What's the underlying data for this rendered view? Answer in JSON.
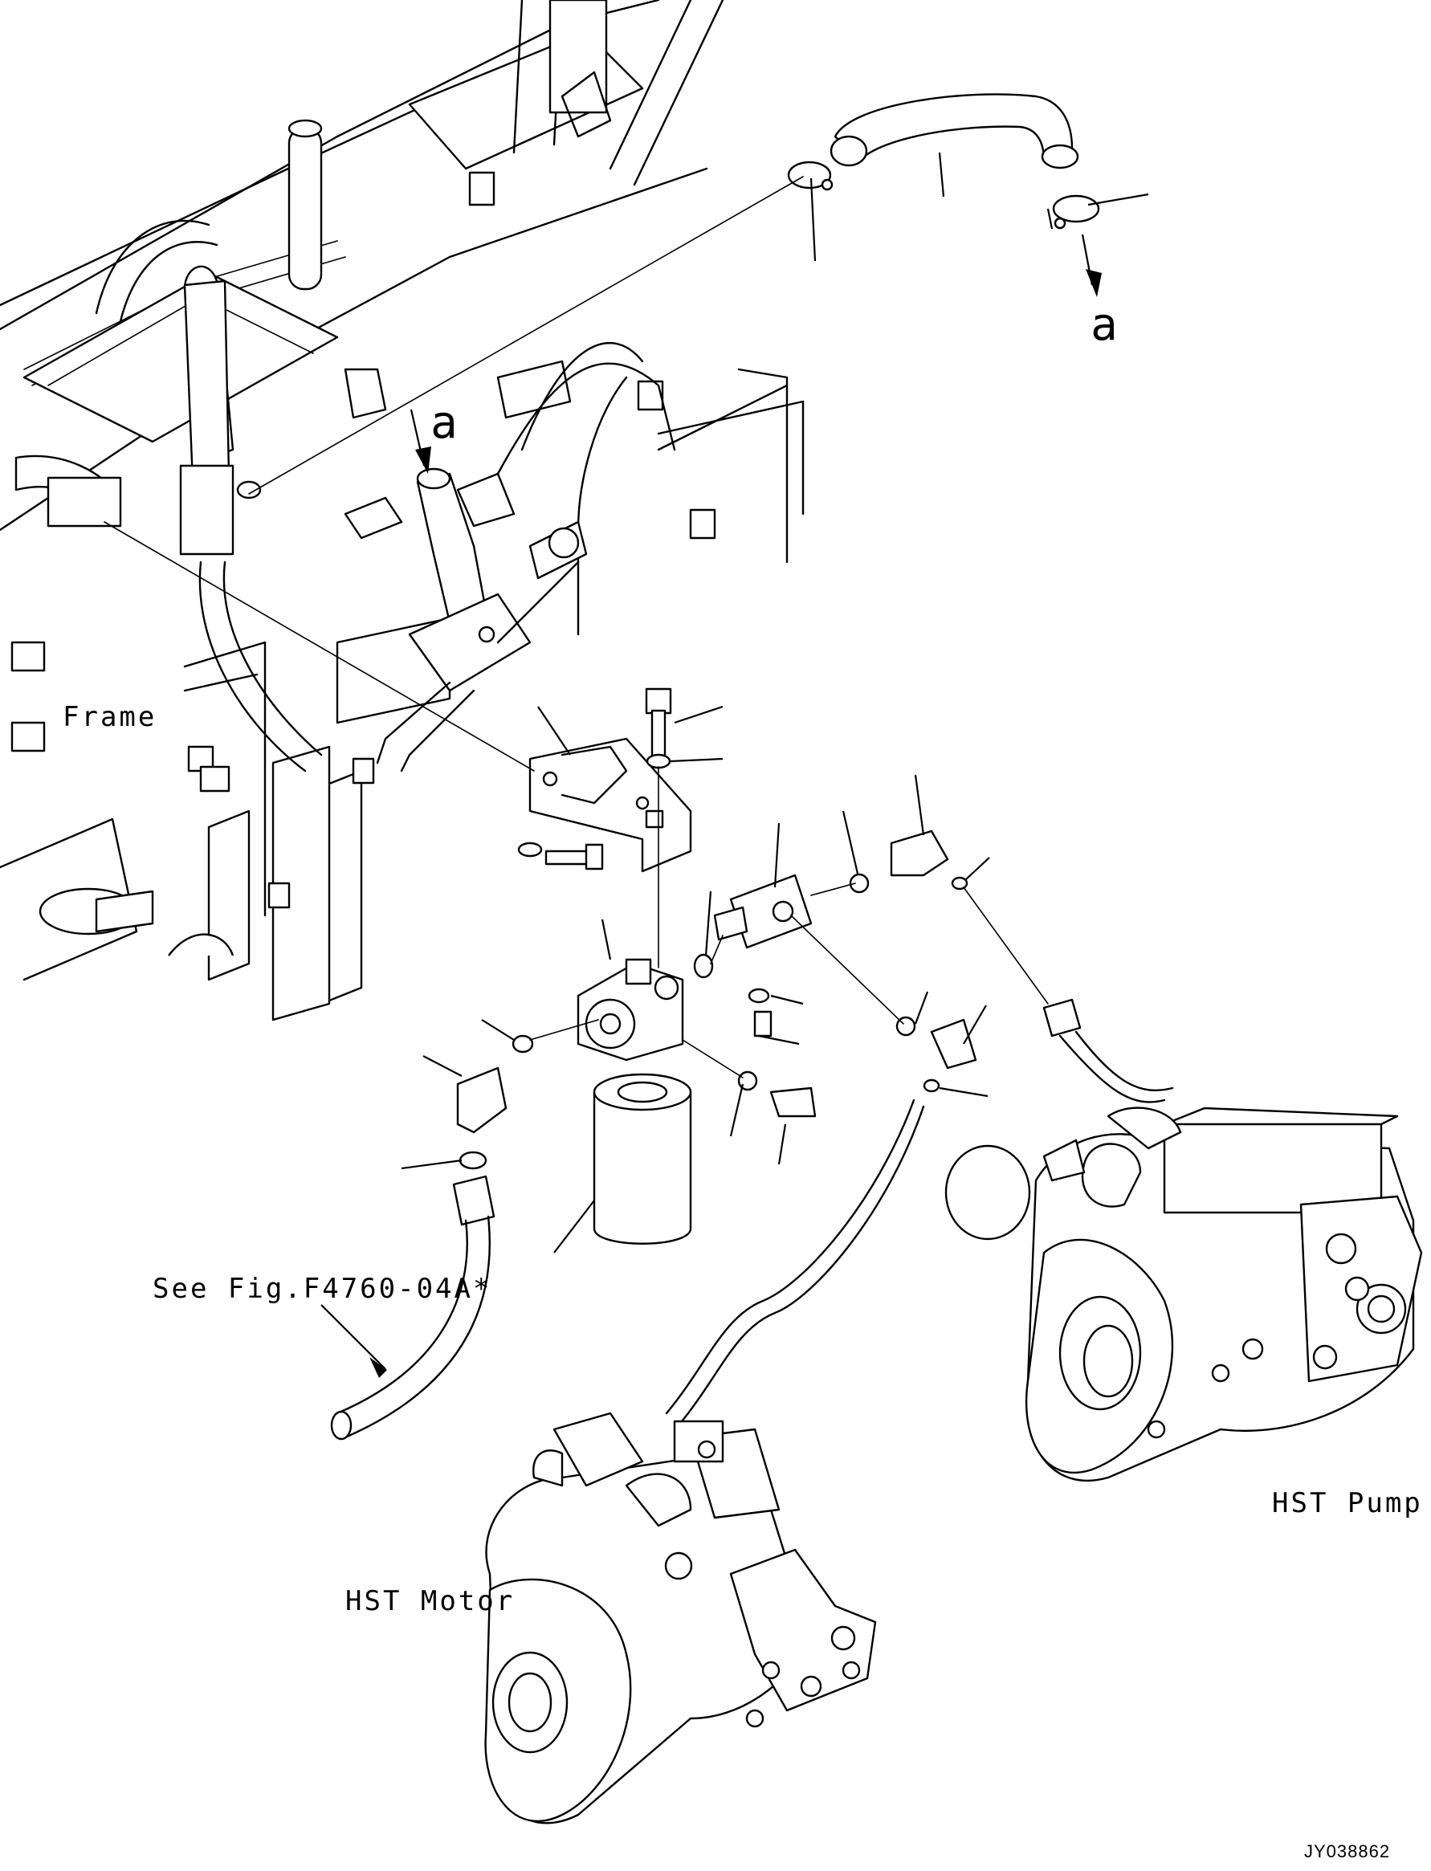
{
  "labels": {
    "frame": "Frame",
    "see_fig": "See Fig.F4760-04A*",
    "hst_pump": "HST Pump",
    "hst_motor": "HST Motor",
    "ref_a_top": "a",
    "ref_a_left": "a",
    "drawing_id": "JY038862"
  },
  "colors": {
    "line": "#000000",
    "background": "#ffffff"
  }
}
